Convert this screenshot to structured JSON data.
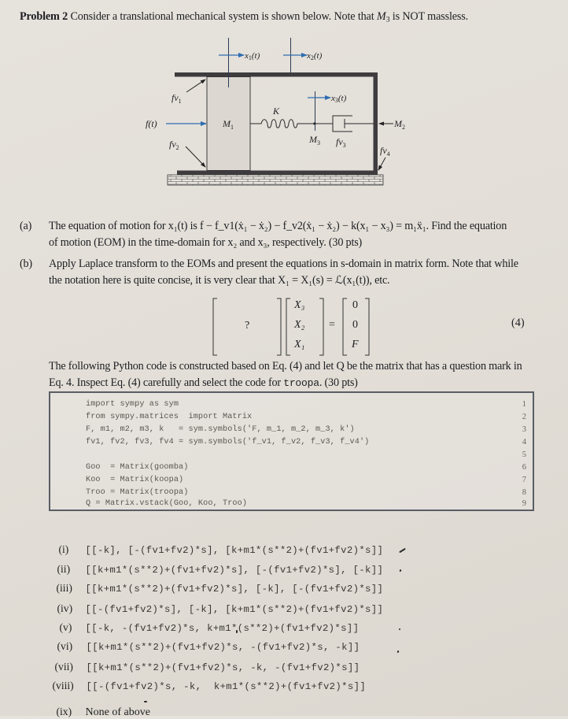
{
  "problem": {
    "number_label": "Problem 2",
    "intro_prefix": "Consider a translational mechanical system is shown below. Note that ",
    "intro_mass": "M",
    "intro_mass_sub": "3",
    "intro_suffix": " is NOT massless."
  },
  "diagram": {
    "labels": {
      "x1": "x",
      "x1_sub": "1",
      "x1_arg": "(t)",
      "x2": "x",
      "x2_sub": "2",
      "x2_arg": "(t)",
      "x3": "x",
      "x3_sub": "3",
      "x3_arg": "(t)",
      "force": "f(t)",
      "fv1": "f",
      "fv1_sub": "v",
      "fv1_subsub": "1",
      "fv2": "f",
      "fv2_sub": "v",
      "fv2_subsub": "2",
      "fv3": "f",
      "fv3_sub": "v",
      "fv3_subsub": "3",
      "fv4": "f",
      "fv4_sub": "v",
      "fv4_subsub": "4",
      "spring": "K",
      "m1": "M",
      "m1_sub": "1",
      "m2": "M",
      "m2_sub": "2",
      "m3": "M",
      "m3_sub": "3"
    },
    "colors": {
      "arrow_blue": "#2f6db0",
      "frame_dark": "#3e3c3e",
      "m1_fill": "#dcd8d1"
    }
  },
  "part_a": {
    "label": "(a)",
    "line1": "The equation of motion for x₁(t) is f − f_v1(ẋ₁ − ẋ₂) − f_v2(ẋ₁ − ẋ₂) − k(x₁ − x₃) = m₁ẍ₁. Find the equation",
    "line2": "of motion (EOM) in the time-domain for x₂ and x₃, respectively. (30 pts)"
  },
  "part_b": {
    "label": "(b)",
    "line1": "Apply Laplace transform to the EOMs and present the equations in s-domain in matrix form. Note that while",
    "line2": "the notation here is quite concise, it is very clear that X₁ = X₁(s) = ℒ(x₁(t)), etc."
  },
  "equation": {
    "unknown": "?",
    "vector": [
      "X₃",
      "X₂",
      "X₁"
    ],
    "equals": "=",
    "rhs": [
      "0",
      "0",
      "F"
    ],
    "number": "(4)"
  },
  "code_intro": {
    "line1": "The following Python code is constructed based on Eq. (4) and let Q be the matrix that has a question mark in",
    "line2_prefix": "Eq. 4. Inspect Eq. (4) carefully and select the code for ",
    "line2_code": "troopa",
    "line2_suffix": ". (30 pts)"
  },
  "code": {
    "lines": [
      {
        "n": "1",
        "text": "import sympy as sym"
      },
      {
        "n": "2",
        "text": "from sympy.matrices  import Matrix"
      },
      {
        "n": "3",
        "text": "F, m1, m2, m3, k   = sym.symbols('F, m_1, m_2, m_3, k')"
      },
      {
        "n": "4",
        "text": "fv1, fv2, fv3, fv4 = sym.symbols('f_v1, f_v2, f_v3, f_v4')"
      },
      {
        "n": "5",
        "text": ""
      },
      {
        "n": "6",
        "text": "Goo  = Matrix(goomba)"
      },
      {
        "n": "7",
        "text": "Koo  = Matrix(koopa)"
      },
      {
        "n": "8",
        "text": "Troo = Matrix(troopa)"
      },
      {
        "n": "9",
        "text": "Q = Matrix.vstack(Goo, Koo, Troo)"
      }
    ]
  },
  "options": [
    {
      "label": "(i)",
      "code": "[[-k], [-(fv1+fv2)*s], [k+m1*(s**2)+(fv1+fv2)*s]]"
    },
    {
      "label": "(ii)",
      "code": "[[k+m1*(s**2)+(fv1+fv2)*s], [-(fv1+fv2)*s], [-k]]"
    },
    {
      "label": "(iii)",
      "code": "[[k+m1*(s**2)+(fv1+fv2)*s], [-k], [-(fv1+fv2)*s]]"
    },
    {
      "label": "(iv)",
      "code": "[[-(fv1+fv2)*s], [-k], [k+m1*(s**2)+(fv1+fv2)*s]]"
    },
    {
      "label": "(v)",
      "code": "[[-k, -(fv1+fv2)*s, k+m1*(s**2)+(fv1+fv2)*s]]"
    },
    {
      "label": "(vi)",
      "code": "[[k+m1*(s**2)+(fv1+fv2)*s, -(fv1+fv2)*s, -k]]"
    },
    {
      "label": "(vii)",
      "code": "[[k+m1*(s**2)+(fv1+fv2)*s, -k, -(fv1+fv2)*s]]"
    },
    {
      "label": "(viii)",
      "code": "[[-(fv1+fv2)*s, -k,  k+m1*(s**2)+(fv1+fv2)*s]]"
    },
    {
      "label": "(ix)",
      "text": "None of above"
    }
  ]
}
